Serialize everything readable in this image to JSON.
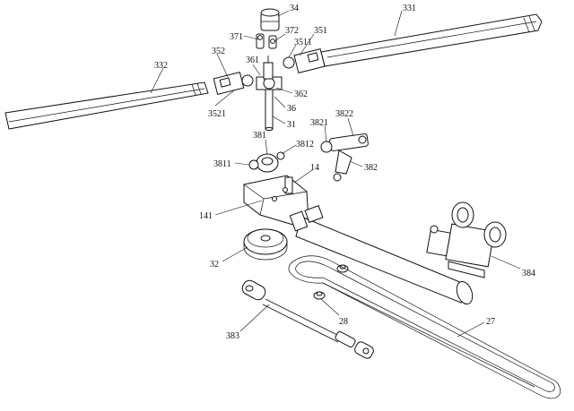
{
  "labels": {
    "l34": "34",
    "l331": "331",
    "l371": "371",
    "l372": "372",
    "l351": "351",
    "l3511": "3511",
    "l352": "352",
    "l361": "361",
    "l332": "332",
    "l362": "362",
    "l3521": "3521",
    "l36": "36",
    "l31": "31",
    "l3822": "3822",
    "l3821": "3821",
    "l381": "381",
    "l3812": "3812",
    "l3811": "3811",
    "l382": "382",
    "l14": "14",
    "l141": "141",
    "l32": "32",
    "l384": "384",
    "l383": "383",
    "l28": "28",
    "l27": "27"
  }
}
